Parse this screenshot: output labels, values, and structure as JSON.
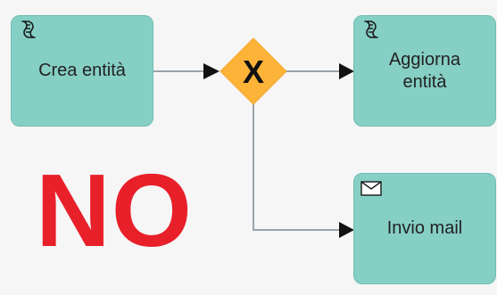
{
  "diagram": {
    "tasks": {
      "crea": {
        "label": "Crea entità",
        "marker": "script-icon"
      },
      "aggiorna": {
        "label": "Aggiorna\nentità",
        "marker": "script-icon"
      },
      "invio": {
        "label": "Invio mail",
        "marker": "envelope-icon"
      }
    },
    "gateway": {
      "type": "exclusive",
      "marker": "X"
    },
    "verdict": {
      "text": "NO"
    },
    "colors": {
      "task_fill": "#86cfc5",
      "task_border": "#71bdb3",
      "gateway_fill": "#fdb338",
      "connector": "#9aa3aa",
      "arrowhead": "#111111",
      "verdict": "#e8202a"
    }
  }
}
